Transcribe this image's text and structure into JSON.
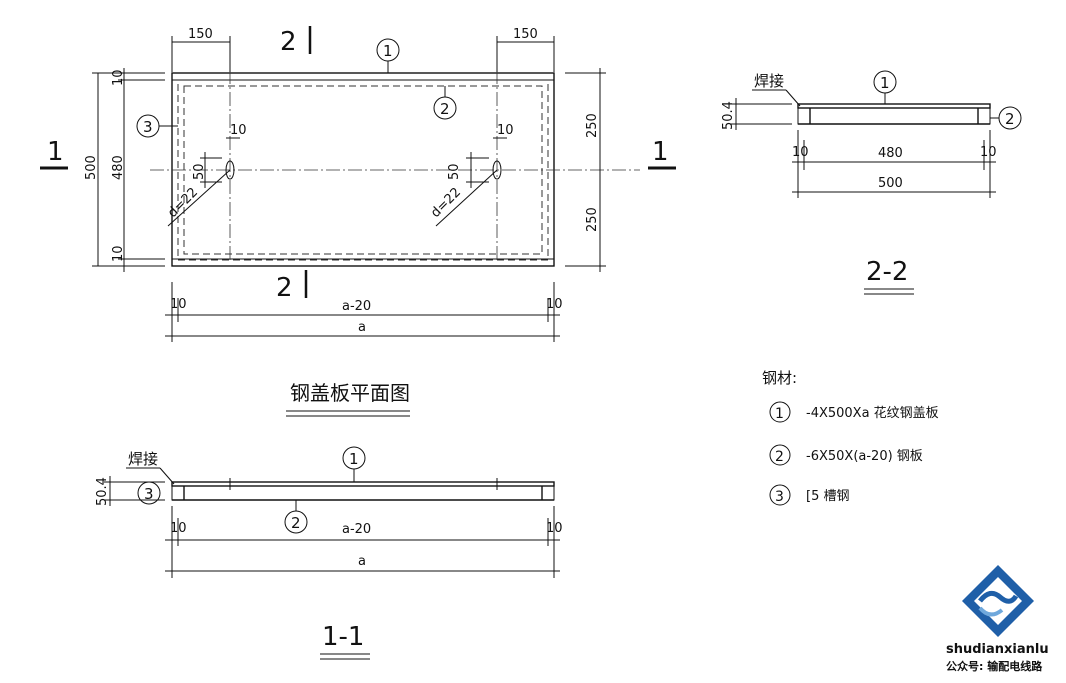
{
  "plan": {
    "title": "钢盖板平面图",
    "dims": {
      "top_left": "150",
      "top_right": "150",
      "left_top": "10",
      "left_bottom": "10",
      "inner_height": "480",
      "outer_height": "500",
      "right_top": "250",
      "right_bottom": "250",
      "hole_left_d": "d=22",
      "hole_right_d": "d=22",
      "hole_left_w": "10",
      "hole_right_w": "10",
      "hole_left_h": "50",
      "hole_right_h": "50",
      "bottom_left": "10",
      "bottom_right": "10",
      "inner_length": "a-20",
      "outer_length": "a"
    },
    "section_1_left": "1",
    "section_1_right": "1",
    "section_2_top": "2",
    "section_2_bottom": "2",
    "callouts": [
      "1",
      "2",
      "3"
    ]
  },
  "section_22": {
    "title": "2-2",
    "weld": "焊接",
    "height": "50.4",
    "left_10": "10",
    "right_10": "10",
    "inner": "480",
    "outer": "500",
    "callouts": [
      "1",
      "2"
    ]
  },
  "section_11": {
    "title": "1-1",
    "weld": "焊接",
    "height": "50.4",
    "left_10": "10",
    "right_10": "10",
    "inner": "a-20",
    "outer": "a",
    "callouts": [
      "1",
      "2",
      "3"
    ]
  },
  "materials": {
    "heading": "钢材:",
    "items": [
      {
        "no": "1",
        "text": "-4X500Xa 花纹钢盖板"
      },
      {
        "no": "2",
        "text": "-6X50X(a-20) 钢板"
      },
      {
        "no": "3",
        "text": "[5 槽钢"
      }
    ]
  },
  "watermark": {
    "brand": "shudianxianlu",
    "account": "公众号: 输配电线路",
    "colors": {
      "brand": "#1f5fa8",
      "logo_light": "#6fa8dc"
    }
  }
}
